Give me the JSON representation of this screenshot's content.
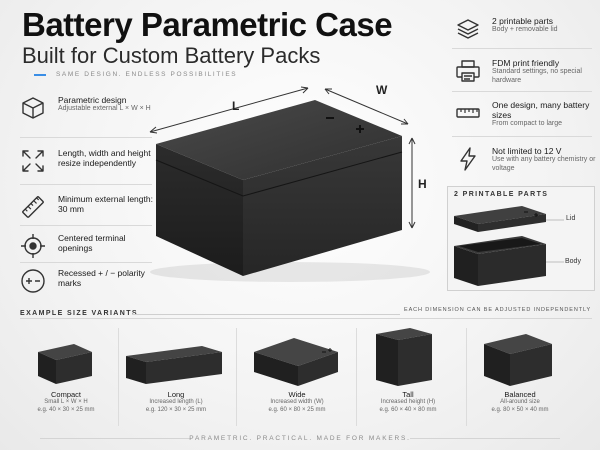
{
  "header": {
    "title": "Battery Parametric Case",
    "subtitle": "Built for Custom Battery Packs",
    "tagline": "SAME DESIGN. ENDLESS POSSIBILITIES"
  },
  "left_features": [
    {
      "icon": "cube-icon",
      "title": "Parametric design",
      "desc": "Adjustable external L × W × H"
    },
    {
      "icon": "expand-arrows-icon",
      "title": "Length, width and height resize independently",
      "desc": ""
    },
    {
      "icon": "ruler-icon",
      "title": "Minimum external length: 30 mm",
      "desc": ""
    },
    {
      "icon": "crosshair-icon",
      "title": "Centered terminal openings",
      "desc": ""
    },
    {
      "icon": "plus-minus-icon",
      "title": "Recessed + / − polarity marks",
      "desc": ""
    }
  ],
  "right_features": [
    {
      "icon": "layers-icon",
      "title": "2 printable parts",
      "desc": "Body + removable lid"
    },
    {
      "icon": "printer-icon",
      "title": "FDM print friendly",
      "desc": "Standard settings, no special hardware"
    },
    {
      "icon": "ruler-icon",
      "title": "One design, many battery sizes",
      "desc": "From compact to large"
    },
    {
      "icon": "lightning-icon",
      "title": "Not limited to 12 V",
      "desc": "Use with any battery chemistry or voltage"
    }
  ],
  "dimensions": {
    "l": "L",
    "w": "W",
    "h": "H"
  },
  "parts_panel": {
    "title": "2 PRINTABLE PARTS",
    "lid": "Lid",
    "body": "Body"
  },
  "variants_section": {
    "title": "EXAMPLE SIZE VARIANTS",
    "note": "EACH DIMENSION CAN BE ADJUSTED INDEPENDENTLY"
  },
  "variants": [
    {
      "name": "Compact",
      "desc": "Small L × W × H",
      "example": "e.g. 40 × 30 × 25 mm"
    },
    {
      "name": "Long",
      "desc": "Increased length (L)",
      "example": "e.g. 120 × 30 × 25 mm"
    },
    {
      "name": "Wide",
      "desc": "Increased width (W)",
      "example": "e.g. 60 × 80 × 25 mm"
    },
    {
      "name": "Tall",
      "desc": "Increased height (H)",
      "example": "e.g. 60 × 40 × 80 mm"
    },
    {
      "name": "Balanced",
      "desc": "All-around size",
      "example": "e.g. 80 × 50 × 40 mm"
    }
  ],
  "footer": "PARAMETRIC. PRACTICAL. MADE FOR MAKERS.",
  "colors": {
    "accent": "#3a8ee6",
    "case": "#2a2a2a",
    "text": "#1c1c1c"
  }
}
